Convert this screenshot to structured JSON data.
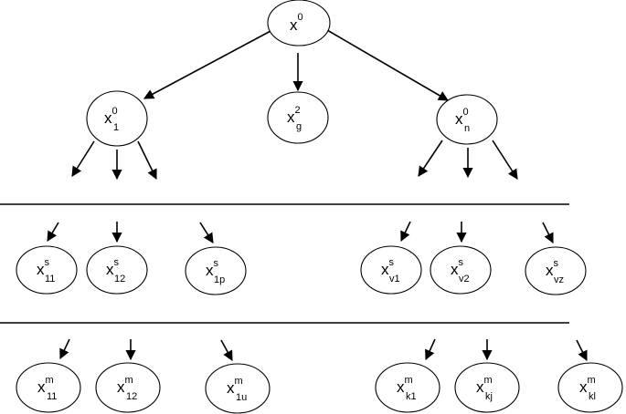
{
  "diagram": {
    "nodes": [
      {
        "id": "root",
        "base": "x",
        "sup": "0",
        "sub": ""
      },
      {
        "id": "n1",
        "base": "x",
        "sup": "0",
        "sub": "1"
      },
      {
        "id": "ng",
        "base": "x",
        "sup": "2",
        "sub": "g"
      },
      {
        "id": "nn",
        "base": "x",
        "sup": "0",
        "sub": "n"
      },
      {
        "id": "s11",
        "base": "x",
        "sup": "s",
        "sub": "11"
      },
      {
        "id": "s12",
        "base": "x",
        "sup": "s",
        "sub": "12"
      },
      {
        "id": "s1p",
        "base": "x",
        "sup": "s",
        "sub": "1p"
      },
      {
        "id": "sv1",
        "base": "x",
        "sup": "s",
        "sub": "v1"
      },
      {
        "id": "sv2",
        "base": "x",
        "sup": "s",
        "sub": "v2"
      },
      {
        "id": "svz",
        "base": "x",
        "sup": "s",
        "sub": "vz"
      },
      {
        "id": "m11",
        "base": "x",
        "sup": "m",
        "sub": "11"
      },
      {
        "id": "m12",
        "base": "x",
        "sup": "m",
        "sub": "12"
      },
      {
        "id": "m1u",
        "base": "x",
        "sup": "m",
        "sub": "1u"
      },
      {
        "id": "mk1",
        "base": "x",
        "sup": "m",
        "sub": "k1"
      },
      {
        "id": "mkj",
        "base": "x",
        "sup": "m",
        "sub": "kj"
      },
      {
        "id": "mkl",
        "base": "x",
        "sup": "m",
        "sub": "kl"
      }
    ],
    "edges": [
      {
        "from": "root",
        "to": "n1"
      },
      {
        "from": "root",
        "to": "ng"
      },
      {
        "from": "root",
        "to": "nn"
      }
    ],
    "separators": 2,
    "line_color": "#000000"
  }
}
